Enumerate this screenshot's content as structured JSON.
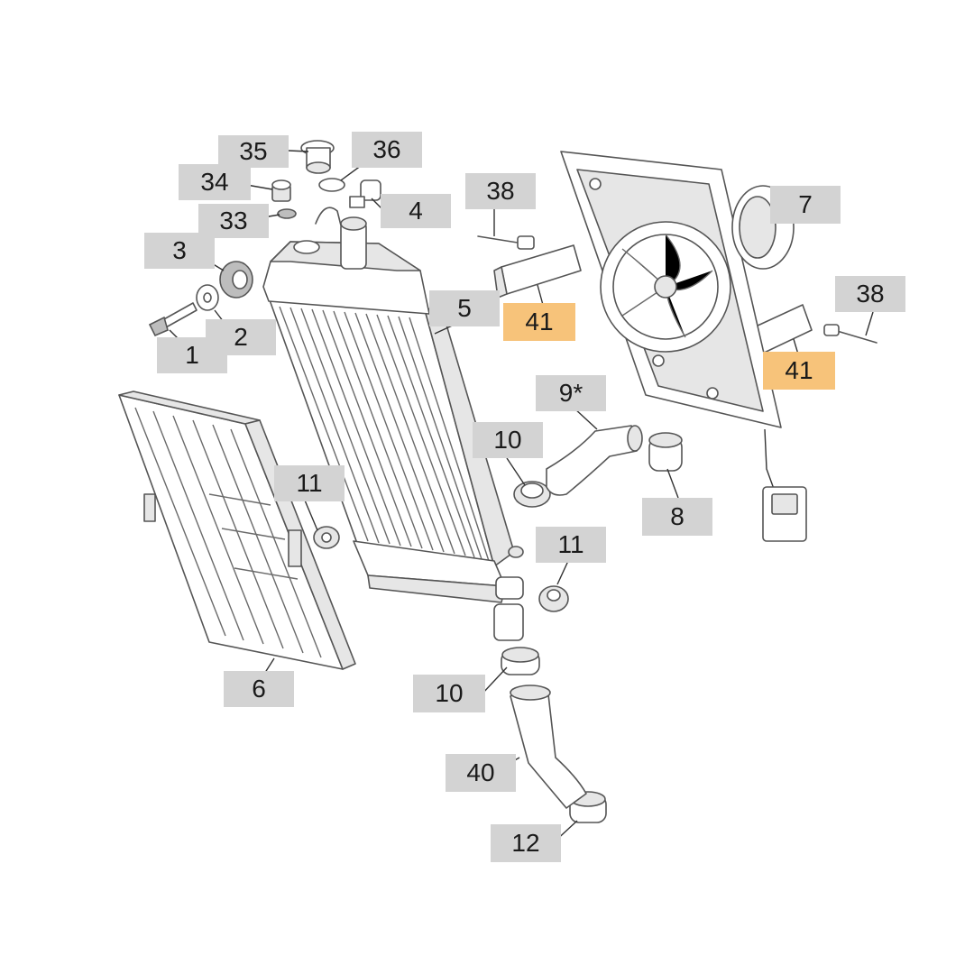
{
  "colors": {
    "callout": "#d3d3d3",
    "highlight": "#f7c37a",
    "line": "#555555"
  },
  "callouts": [
    {
      "id": "c35",
      "text": "35",
      "highlighted": false
    },
    {
      "id": "c36",
      "text": "36",
      "highlighted": false
    },
    {
      "id": "c34",
      "text": "34",
      "highlighted": false
    },
    {
      "id": "c33",
      "text": "33",
      "highlighted": false
    },
    {
      "id": "c4",
      "text": "4",
      "highlighted": false
    },
    {
      "id": "c3",
      "text": "3",
      "highlighted": false
    },
    {
      "id": "c38a",
      "text": "38",
      "highlighted": false
    },
    {
      "id": "c7",
      "text": "7",
      "highlighted": false
    },
    {
      "id": "c1",
      "text": "1",
      "highlighted": false
    },
    {
      "id": "c2",
      "text": "2",
      "highlighted": false
    },
    {
      "id": "c5",
      "text": "5",
      "highlighted": false
    },
    {
      "id": "c41a",
      "text": "41",
      "highlighted": true
    },
    {
      "id": "c38b",
      "text": "38",
      "highlighted": false
    },
    {
      "id": "c41b",
      "text": "41",
      "highlighted": true
    },
    {
      "id": "c9",
      "text": "9*",
      "highlighted": false
    },
    {
      "id": "c10a",
      "text": "10",
      "highlighted": false
    },
    {
      "id": "c11a",
      "text": "11",
      "highlighted": false
    },
    {
      "id": "c8",
      "text": "8",
      "highlighted": false
    },
    {
      "id": "c11b",
      "text": "11",
      "highlighted": false
    },
    {
      "id": "c6",
      "text": "6",
      "highlighted": false
    },
    {
      "id": "c10b",
      "text": "10",
      "highlighted": false
    },
    {
      "id": "c40",
      "text": "40",
      "highlighted": false
    },
    {
      "id": "c12",
      "text": "12",
      "highlighted": false
    }
  ]
}
